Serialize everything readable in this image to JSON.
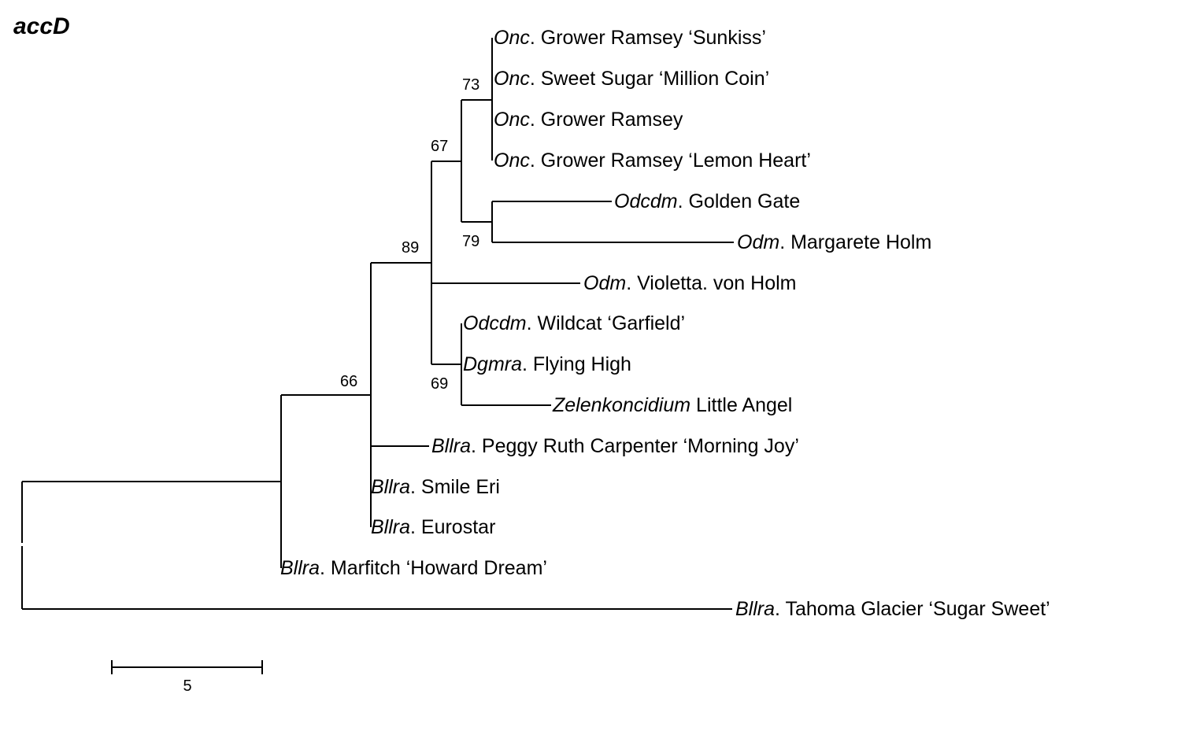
{
  "title": "accD",
  "leaves": [
    {
      "genus": "Onc",
      "name": ". Grower Ramsey ‘Sunkiss’"
    },
    {
      "genus": "Onc",
      "name": ". Sweet Sugar ‘Million Coin’"
    },
    {
      "genus": "Onc",
      "name": ". Grower Ramsey"
    },
    {
      "genus": "Onc",
      "name": ". Grower Ramsey ‘Lemon Heart’"
    },
    {
      "genus": "Odcdm",
      "name": ". Golden Gate"
    },
    {
      "genus": "Odm",
      "name": ". Margarete Holm"
    },
    {
      "genus": "Odm",
      "name": ". Violetta. von Holm"
    },
    {
      "genus": "Odcdm",
      "name": ". Wildcat ‘Garfield’"
    },
    {
      "genus": "Dgmra",
      "name": ". Flying High"
    },
    {
      "genus": "Zelenkoncidium",
      "name": " Little Angel"
    },
    {
      "genus": "Bllra",
      "name": ". Peggy Ruth Carpenter ‘Morning Joy’"
    },
    {
      "genus": "Bllra",
      "name": ". Smile Eri"
    },
    {
      "genus": "Bllra",
      "name": ". Eurostar"
    },
    {
      "genus": "Bllra",
      "name": ". Marfitch ‘Howard Dream’"
    },
    {
      "genus": "Bllra",
      "name": ". Tahoma Glacier ‘Sugar Sweet’"
    }
  ],
  "bootstrap": [
    "73",
    "67",
    "79",
    "89",
    "69",
    "66"
  ],
  "scale_bar": {
    "label": "5",
    "value": 5
  }
}
